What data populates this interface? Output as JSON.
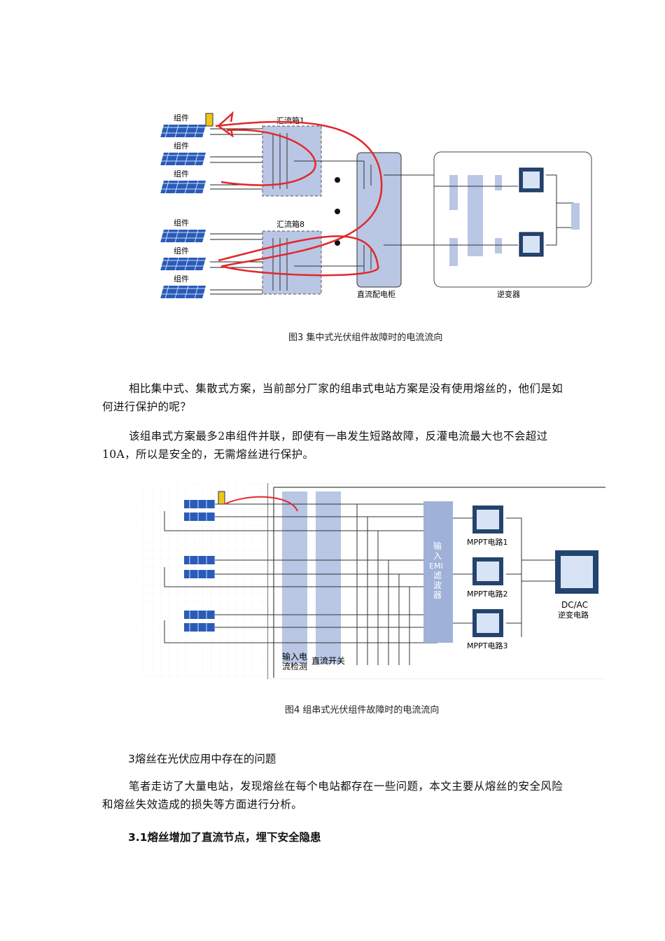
{
  "figure3": {
    "caption": "图3  集中式光伏组件故障时的电流流向",
    "panel_label": "组件",
    "combiner1": "汇流箱1",
    "combiner8": "汇流箱8",
    "dc_cabinet": "直流配电柜",
    "inverter": "逆变器"
  },
  "figure4": {
    "caption": "图4  组串式光伏组件故障时的电流流向",
    "input_detect_line1": "输入电",
    "input_detect_line2": "流检测",
    "dc_switch": "直流开关",
    "emi_line1": "输",
    "emi_line2": "入",
    "emi_line3": "EMI",
    "emi_line4": "滤",
    "emi_line5": "波",
    "emi_line6": "器",
    "mppt1": "MPPT电路1",
    "mppt2": "MPPT电路2",
    "mppt3": "MPPT电路3",
    "dcac": "DC/AC",
    "dcac_sub": "逆变电路"
  },
  "body": {
    "para1": "相比集中式、集散式方案，当前部分厂家的组串式电站方案是没有使用熔丝的，他们是如何进行保护的呢？",
    "para2": "该组串式方案最多2串组件并联，即使有一串发生短路故障，反灌电流最大也不会超过10A，所以是安全的，无需熔丝进行保护。",
    "heading3": "3熔丝在光伏应用中存在的问题",
    "para3": "笔者走访了大量电站，发现熔丝在每个电站都存在一些问题，本文主要从熔丝的安全风险和熔丝失效造成的损失等方面进行分析。",
    "heading31": "3.1熔丝增加了直流节点，埋下安全隐患"
  },
  "colors": {
    "panel_blue": "#2a5bb8",
    "box_fill": "#b9c6e4",
    "arrow_red": "#e2282a",
    "fuse_fill": "#9fb1d9"
  }
}
